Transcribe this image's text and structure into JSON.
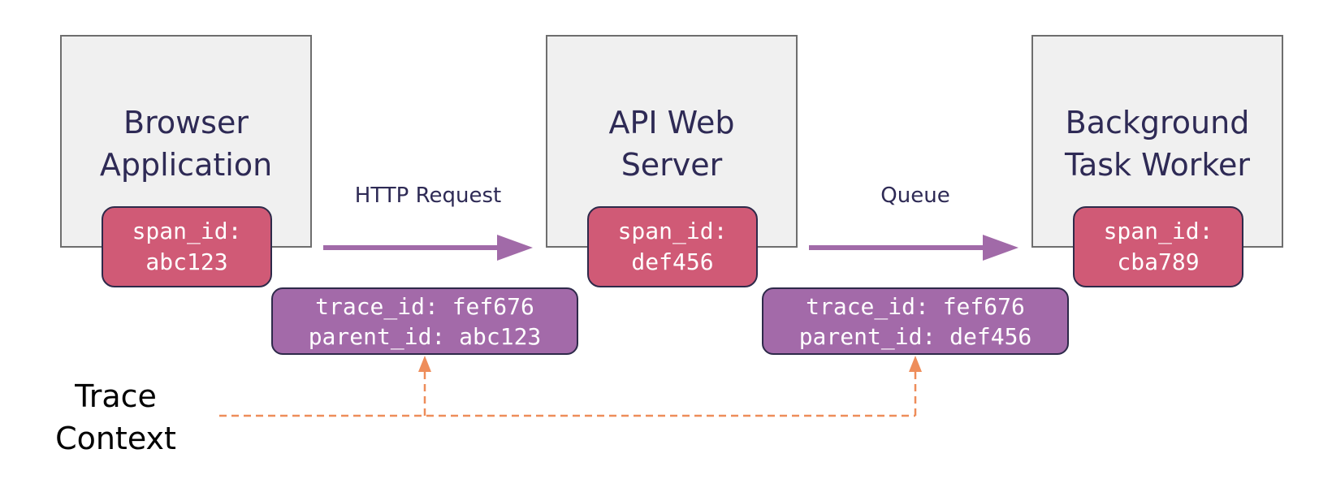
{
  "services": [
    {
      "name": "Browser\nApplication",
      "span": "span_id:\nabc123"
    },
    {
      "name": "API Web\nServer",
      "span": "span_id:\ndef456"
    },
    {
      "name": "Background\nTask Worker",
      "span": "span_id:\ncba789"
    }
  ],
  "edges": [
    {
      "label": "HTTP Request",
      "context": "trace_id: fef676\nparent_id: abc123"
    },
    {
      "label": "Queue",
      "context": "trace_id: fef676\nparent_id: def456"
    }
  ],
  "trace_context_label": "Trace\nContext",
  "colors": {
    "arrow": "#a16aa8",
    "span": "#d05a76",
    "context": "#a36aa9",
    "trace_context": "#ee8d5a"
  }
}
